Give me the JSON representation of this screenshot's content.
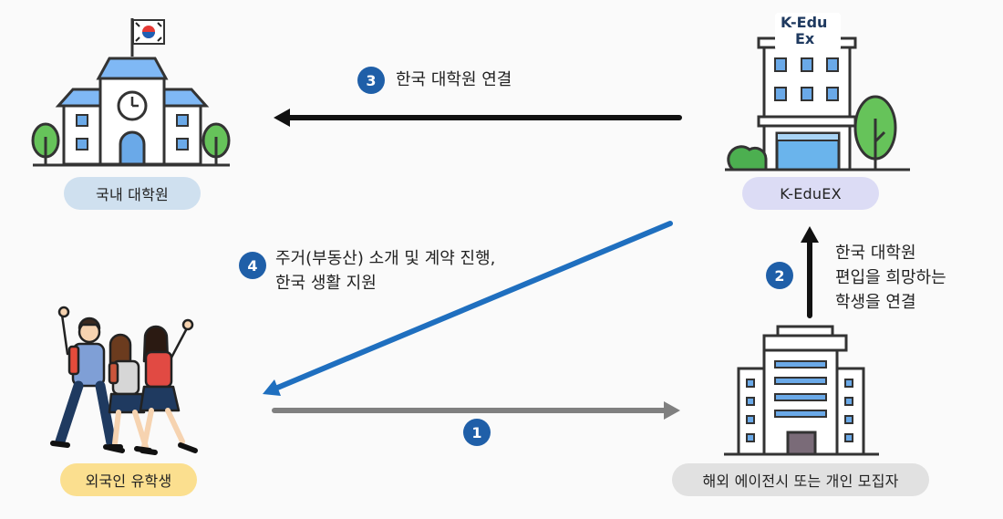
{
  "nodes": {
    "domestic_grad": "국내 대학원",
    "keduex": "K-EduEX",
    "foreign_students": "외국인 유학생",
    "recruiters": "해외 에이전시 또는 개인 모집자"
  },
  "logo": {
    "line1": "K-Edu",
    "line2": "Ex"
  },
  "steps": [
    {
      "num": "1",
      "lines": []
    },
    {
      "num": "2",
      "lines": [
        "한국 대학원",
        "편입을 희망하는",
        "학생을 연결"
      ]
    },
    {
      "num": "3",
      "lines": [
        "한국 대학원 연결"
      ]
    },
    {
      "num": "4",
      "lines": [
        "주거(부동산) 소개 및 계약 진행,",
        "한국 생활 지원"
      ]
    }
  ],
  "colors": {
    "badge": "#1f5fa8",
    "pill_domestic": "#cfe0ef",
    "pill_keduex": "#dcdcf5",
    "pill_students": "#fbdf8f",
    "pill_recruiters": "#e1e1e1",
    "arrow_black": "#111111",
    "arrow_blue": "#1f6fbf",
    "arrow_gray": "#808080"
  }
}
